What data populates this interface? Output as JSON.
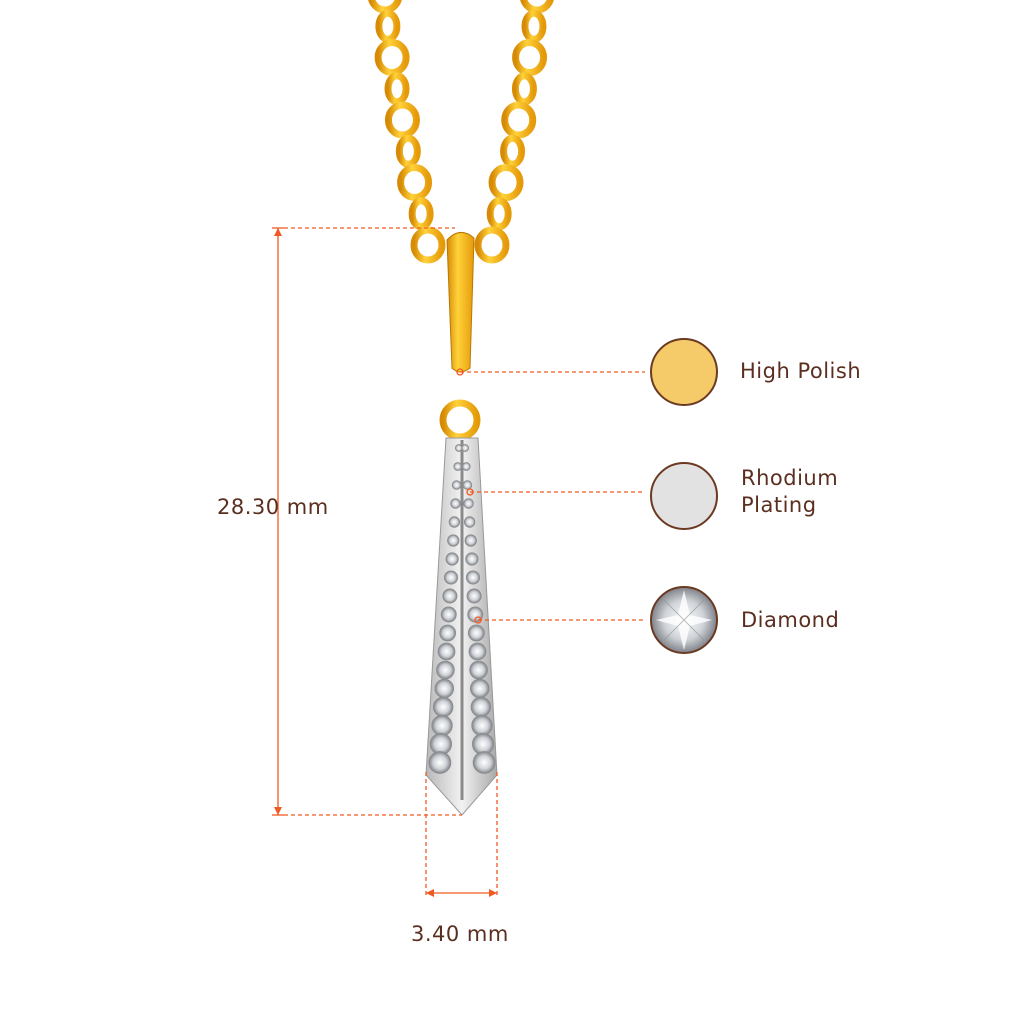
{
  "dimensions": {
    "height_label": "28.30 mm",
    "width_label": "3.40 mm"
  },
  "materials": [
    {
      "label": "High Polish",
      "swatch_color": "#f5cb6a",
      "icon": "gold-swatch-icon"
    },
    {
      "label": "Rhodium Plating",
      "label_line1": "Rhodium",
      "label_line2": "Plating",
      "swatch_color": "#e2e2e2",
      "icon": "rhodium-swatch-icon"
    },
    {
      "label": "Diamond",
      "swatch_color": "#d8d8d8",
      "icon": "diamond-swatch-icon"
    }
  ],
  "colors": {
    "text": "#5b2f20",
    "dimension_line": "#f05a22",
    "swatch_border": "#6b3a22",
    "gold": "#f2b418",
    "silver": "#d9d9d9"
  }
}
